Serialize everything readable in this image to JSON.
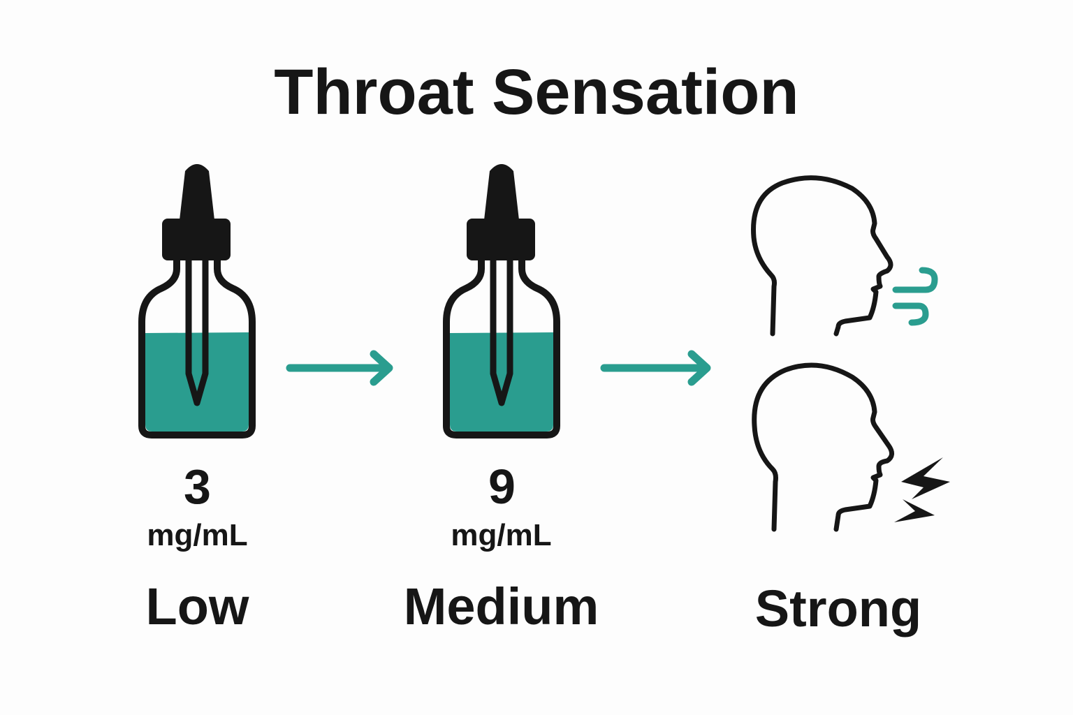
{
  "title": "Throat Sensation",
  "colors": {
    "accent": "#2a9d8f",
    "ink": "#161616",
    "background": "#fdfdfd"
  },
  "stages": [
    {
      "value": "3",
      "unit": "mg/mL",
      "label": "Low",
      "icon": "dropper-bottle-icon"
    },
    {
      "value": "9",
      "unit": "mg/mL",
      "label": "Medium",
      "icon": "dropper-bottle-icon"
    },
    {
      "value": "",
      "unit": "",
      "label": "Strong",
      "icons": [
        "head-exhaling-icon",
        "head-coughing-icon"
      ]
    }
  ],
  "connectors": [
    "arrow-right-icon",
    "arrow-right-icon"
  ]
}
